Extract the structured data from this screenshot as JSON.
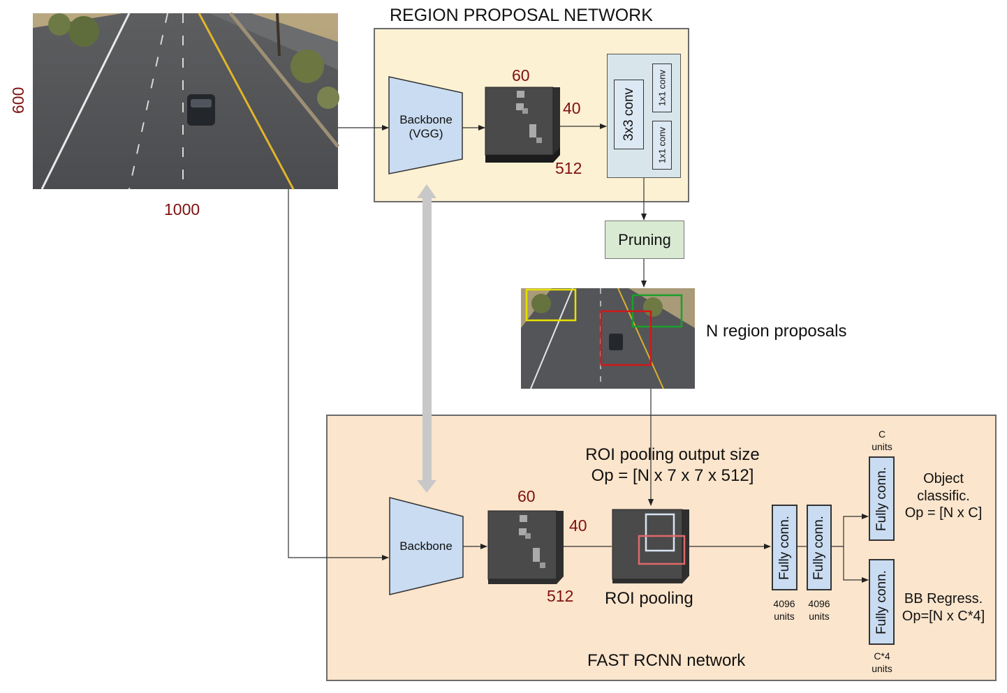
{
  "rpn": {
    "title": "REGION PROPOSAL NETWORK",
    "backbone_label": "Backbone\n(VGG)",
    "feature_dims": {
      "width": "60",
      "height": "40",
      "depth": "512"
    },
    "conv3x3_label": "3x3 conv",
    "conv1x1_label": "1x1 conv",
    "conv1x1_label_2": "1x1 conv"
  },
  "input_image": {
    "height_label": "600",
    "width_label": "1000"
  },
  "pruning_label": "Pruning",
  "proposals": {
    "label": "N region proposals",
    "box_colors": [
      "#e8e000",
      "#1a9f2c",
      "#d01818"
    ]
  },
  "fast": {
    "title": "FAST RCNN network",
    "backbone_label": "Backbone",
    "feature_dims": {
      "width": "60",
      "height": "40",
      "depth": "512"
    },
    "roi_output_text": "ROI pooling output size\nOp = [N x 7 x 7 x 512]",
    "roi_label": "ROI pooling",
    "fc_label": "Fully conn.",
    "fc1_units": "4096\nunits",
    "fc2_units": "4096\nunits",
    "cls_units": "C\nunits",
    "reg_units": "C*4\nunits",
    "cls_text": "Object\nclassific.\nOp = [N x C]",
    "reg_text": "BB Regress.\nOp=[N x C*4]"
  },
  "colors": {
    "dim_text": "#7f1010",
    "backbone_fill": "#c9dcf2",
    "feature_block": "#4a4a4a",
    "shared_arrow": "#c8c8c8"
  }
}
